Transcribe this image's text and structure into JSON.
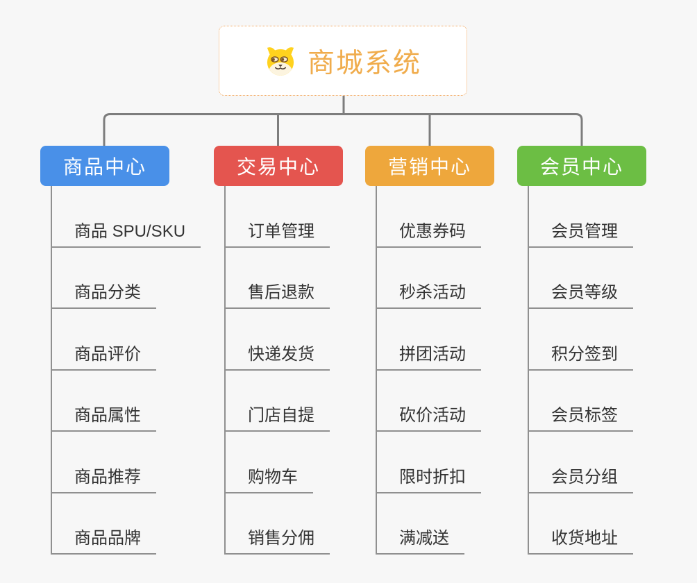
{
  "root": {
    "title": "商城系统",
    "icon": "dog-face-icon"
  },
  "branches": [
    {
      "label": "商品中心",
      "color": "#4990e8",
      "items": [
        "商品 SPU/SKU",
        "商品分类",
        "商品评价",
        "商品属性",
        "商品推荐",
        "商品品牌"
      ]
    },
    {
      "label": "交易中心",
      "color": "#e4554f",
      "items": [
        "订单管理",
        "售后退款",
        "快递发货",
        "门店自提",
        "购物车",
        "销售分佣"
      ]
    },
    {
      "label": "营销中心",
      "color": "#eea73c",
      "items": [
        "优惠券码",
        "秒杀活动",
        "拼团活动",
        "砍价活动",
        "限时折扣",
        "满减送"
      ]
    },
    {
      "label": "会员中心",
      "color": "#6cbe44",
      "items": [
        "会员管理",
        "会员等级",
        "积分签到",
        "会员标签",
        "会员分组",
        "收货地址"
      ]
    }
  ],
  "colors": {
    "background": "#f7f7f7",
    "connector_line": "#7d7d7d",
    "item_line": "#909090",
    "item_text": "#333333",
    "root_text": "#f0ac4c",
    "root_border": "#f2a65c",
    "root_background": "#ffffff"
  }
}
